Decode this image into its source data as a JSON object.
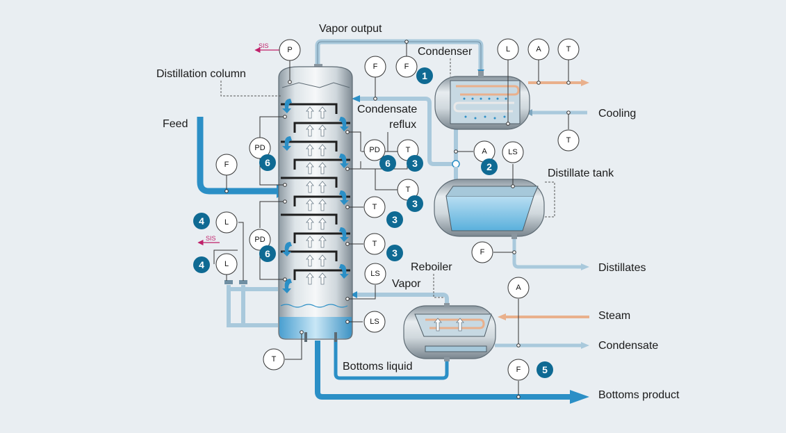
{
  "labels": {
    "vapor_output": "Vapor output",
    "condenser": "Condenser",
    "distillation_column": "Distillation column",
    "feed": "Feed",
    "condensate_reflux_1": "Condensate",
    "condensate_reflux_2": "reflux",
    "cooling": "Cooling",
    "distillate_tank": "Distillate tank",
    "distillates": "Distillates",
    "reboiler": "Reboiler",
    "vapor": "Vapor",
    "steam": "Steam",
    "condensate": "Condensate",
    "bottoms_liquid": "Bottoms liquid",
    "bottoms_product": "Bottoms product",
    "sis_top": "SIS",
    "sis_left": "SIS"
  },
  "instruments": {
    "p_top": "P",
    "f_reflux_a": "F",
    "f_reflux_b": "F",
    "l_condenser": "L",
    "a_condenser": "A",
    "t_condenser": "T",
    "t_cooling": "T",
    "pd_upper": "PD",
    "pd_mid": "PD",
    "pd_lower": "PD",
    "f_feed": "F",
    "t_tray1": "T",
    "t_tray2": "T",
    "t_tray3": "T",
    "t_tray4": "T",
    "a_distillate": "A",
    "ls_distillate": "LS",
    "f_distillate": "F",
    "l_upper": "L",
    "l_lower": "L",
    "ls_column_a": "LS",
    "ls_column_b": "LS",
    "a_reboiler": "A",
    "f_bottoms": "F",
    "t_bottom": "T"
  },
  "badges": {
    "b1": "1",
    "b2": "2",
    "b3a": "3",
    "b3b": "3",
    "b3c": "3",
    "b3d": "3",
    "b4a": "4",
    "b4b": "4",
    "b5": "5",
    "b6a": "6",
    "b6b": "6",
    "b6c": "6"
  },
  "colors": {
    "background": "#e9eef2",
    "process_blue": "#2b8fc6",
    "badge_blue": "#0f6a93",
    "steam_line": "#e9b08c",
    "sis_magenta": "#c0206a",
    "vessel_gray": "#b9c3ca"
  }
}
